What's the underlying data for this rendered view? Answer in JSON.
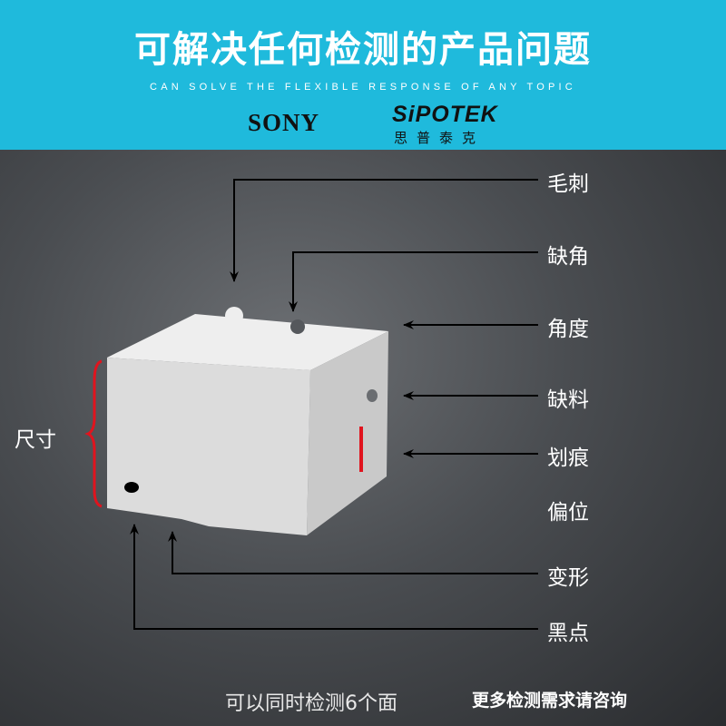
{
  "header": {
    "title": "可解决任何检测的产品问题",
    "subtitle": "CAN SOLVE THE FLEXIBLE RESPONSE OF ANY TOPIC",
    "brand_sony": "SONY",
    "brand_sipotek": "SiPOTEK",
    "brand_sipotek_cn": "思普泰克"
  },
  "labels": {
    "burr": "毛刺",
    "chipped_corner": "缺角",
    "angle": "角度",
    "missing_material": "缺料",
    "scratch": "划痕",
    "offset": "偏位",
    "deformation": "变形",
    "black_spot": "黑点",
    "size": "尺寸"
  },
  "footer": {
    "left": "可以同时检测6个面",
    "right": "更多检测需求请咨询"
  },
  "colors": {
    "header_bg": "#1fbadc",
    "defect_red": "#e0141e"
  }
}
